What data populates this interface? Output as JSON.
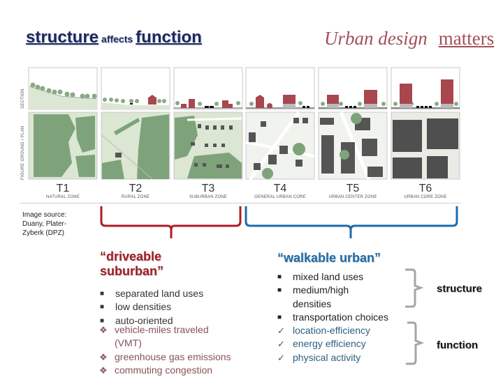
{
  "title_left": {
    "word1": "structure",
    "connector": "affects",
    "word2": "function"
  },
  "title_right": {
    "part1": "Urban design",
    "part2": "matters"
  },
  "diagram": {
    "row_labels": {
      "section": "SECTION",
      "plan": "FIGURE GROUND / PLAN"
    },
    "zones": [
      {
        "code": "T1",
        "name": "NATURAL ZONE"
      },
      {
        "code": "T2",
        "name": "RURAL ZONE"
      },
      {
        "code": "T3",
        "name": "SUBURBAN ZONE"
      },
      {
        "code": "T4",
        "name": "GENERAL URBAN CORE"
      },
      {
        "code": "T5",
        "name": "URBAN CENTER ZONE"
      },
      {
        "code": "T6",
        "name": "URBAN CORE ZONE"
      }
    ]
  },
  "image_source": {
    "line1": "Image source:",
    "line2": "Duany, Plater-",
    "line3": "Zyberk (DPZ)"
  },
  "driveable": {
    "heading_line1": "“driveable",
    "heading_line2": "suburban”",
    "color": "#a01c24",
    "structure_items": [
      "separated land uses",
      "low densities",
      "auto-oriented"
    ],
    "function_items": [
      "vehicle-miles traveled",
      "(VMT)",
      "greenhouse gas emissions",
      "commuting congestion"
    ]
  },
  "walkable": {
    "heading": "“walkable urban”",
    "color": "#1f6aa8",
    "structure_items": [
      "mixed land uses",
      "medium/high",
      "densities",
      "transportation choices"
    ],
    "function_items": [
      "location-efficiency",
      "energy efficiency",
      "physical activity"
    ]
  },
  "brace_labels": {
    "structure": "structure",
    "function": "function"
  },
  "colors": {
    "navy": "#1b2a5c",
    "rose": "#a24f58",
    "red_brace": "#b01c22",
    "blue_brace": "#1f6aa8",
    "gray_brace": "#a5a5a5",
    "green": "#7ea37a"
  }
}
